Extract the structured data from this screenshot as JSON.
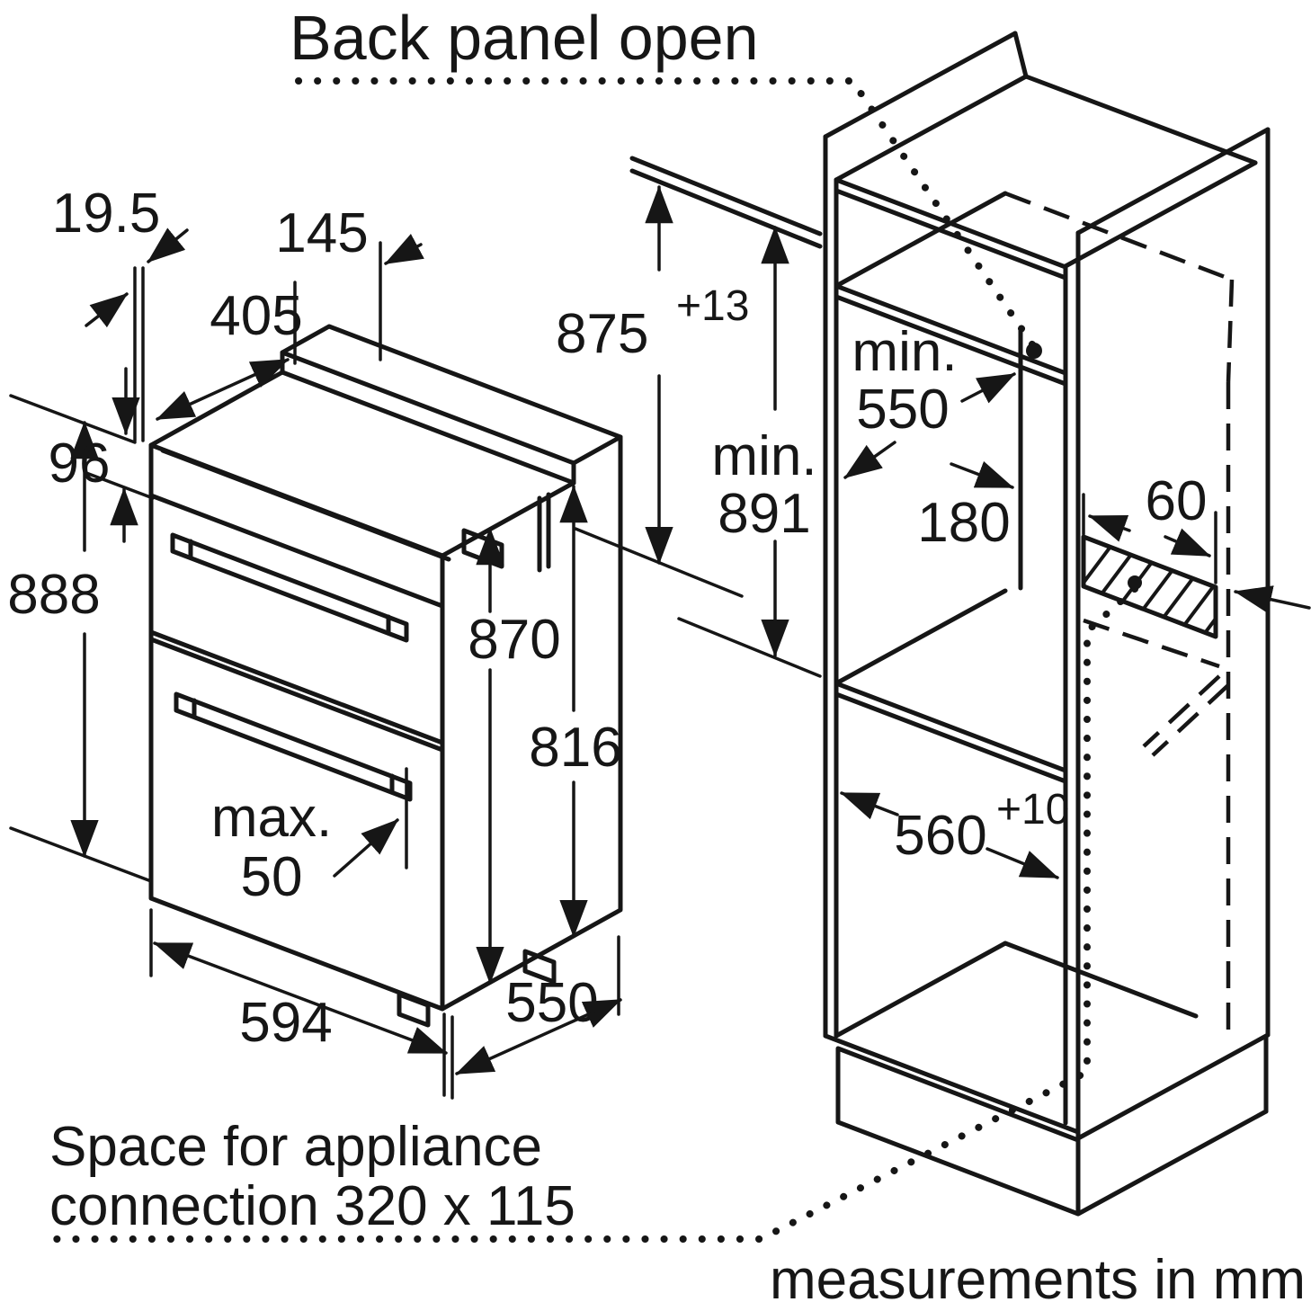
{
  "figure": {
    "type": "appliance-installation-diagram",
    "callouts": {
      "back_panel_open": "Back panel open",
      "connection_line1": "Space for appliance",
      "connection_line2": "connection 320 x 115",
      "footer": "measurements in mm"
    },
    "appliance": {
      "name": "built-under double oven",
      "dimensions": {
        "front_panel_thickness": "19.5",
        "top_setback": "405",
        "top_rear_section": "145",
        "control_panel_height": "96",
        "overall_height": "888",
        "rear_height": "870",
        "recess_height": "816",
        "door_projection_prefix": "max.",
        "door_projection_value": "50",
        "width": "594",
        "depth": "550"
      }
    },
    "cabinet": {
      "name": "tall housing unit with open back panel",
      "dimensions": {
        "niche_height": "875",
        "niche_height_tolerance": "+13",
        "min_height_prefix": "min.",
        "min_height_value": "891",
        "min_depth_prefix": "min.",
        "min_depth_value": "550",
        "rear_shelf_clearance": "180",
        "vent_cutout": "60",
        "niche_width": "560",
        "niche_width_tolerance": "+10"
      }
    },
    "colors": {
      "line": "#161616",
      "background": "#ffffff"
    }
  }
}
